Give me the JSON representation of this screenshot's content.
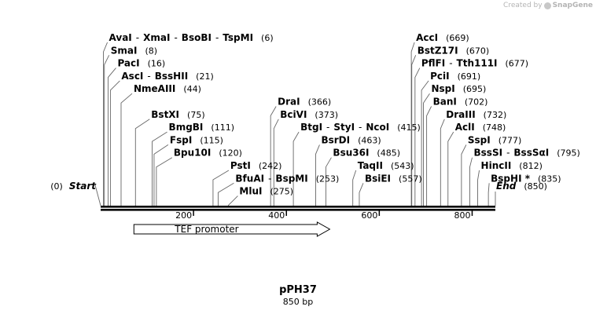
{
  "branding": {
    "created_by": "Created by",
    "product": "SnapGene"
  },
  "plasmid": {
    "name": "pPH37",
    "length_label": "850 bp",
    "length": 850
  },
  "start_label": {
    "pos": "(0)",
    "text": "Start"
  },
  "end_label": {
    "text": "End",
    "pos": "(850)"
  },
  "ruler_ticks": [
    "200",
    "400",
    "600",
    "800"
  ],
  "feature": {
    "name": "TEF promoter",
    "start": 75,
    "end": 490,
    "direction": "forward"
  },
  "sites": [
    {
      "names": [
        "AvaI",
        "XmaI",
        "BsoBI",
        "TspMI"
      ],
      "pos": "(6)",
      "loc": 6
    },
    {
      "names": [
        "SmaI"
      ],
      "pos": "(8)",
      "loc": 8
    },
    {
      "names": [
        "PacI"
      ],
      "pos": "(16)",
      "loc": 16
    },
    {
      "names": [
        "AscI",
        "BssHII"
      ],
      "pos": "(21)",
      "loc": 21
    },
    {
      "names": [
        "NmeAIII"
      ],
      "pos": "(44)",
      "loc": 44
    },
    {
      "names": [
        "BstXI"
      ],
      "pos": "(75)",
      "loc": 75
    },
    {
      "names": [
        "BmgBI"
      ],
      "pos": "(111)",
      "loc": 111
    },
    {
      "names": [
        "FspI"
      ],
      "pos": "(115)",
      "loc": 115
    },
    {
      "names": [
        "Bpu10I"
      ],
      "pos": "(120)",
      "loc": 120
    },
    {
      "names": [
        "PstI"
      ],
      "pos": "(242)",
      "loc": 242
    },
    {
      "names": [
        "BfuAI",
        "BspMI"
      ],
      "pos": "(253)",
      "loc": 253
    },
    {
      "names": [
        "MluI"
      ],
      "pos": "(275)",
      "loc": 275
    },
    {
      "names": [
        "DraI"
      ],
      "pos": "(366)",
      "loc": 366
    },
    {
      "names": [
        "BciVI"
      ],
      "pos": "(373)",
      "loc": 373
    },
    {
      "names": [
        "BtgI",
        "StyI",
        "NcoI"
      ],
      "pos": "(415)",
      "loc": 415
    },
    {
      "names": [
        "BsrDI"
      ],
      "pos": "(463)",
      "loc": 463
    },
    {
      "names": [
        "Bsu36I"
      ],
      "pos": "(485)",
      "loc": 485
    },
    {
      "names": [
        "TaqII"
      ],
      "pos": "(543)",
      "loc": 543
    },
    {
      "names": [
        "BsiEI"
      ],
      "pos": "(557)",
      "loc": 557
    },
    {
      "names": [
        "AccI"
      ],
      "pos": "(669)",
      "loc": 669
    },
    {
      "names": [
        "BstZ17I"
      ],
      "pos": "(670)",
      "loc": 670
    },
    {
      "names": [
        "PflFI",
        "Tth111I"
      ],
      "pos": "(677)",
      "loc": 677
    },
    {
      "names": [
        "PciI"
      ],
      "pos": "(691)",
      "loc": 691
    },
    {
      "names": [
        "NspI"
      ],
      "pos": "(695)",
      "loc": 695
    },
    {
      "names": [
        "BanI"
      ],
      "pos": "(702)",
      "loc": 702
    },
    {
      "names": [
        "DraIII"
      ],
      "pos": "(732)",
      "loc": 732
    },
    {
      "names": [
        "AclI"
      ],
      "pos": "(748)",
      "loc": 748
    },
    {
      "names": [
        "SspI"
      ],
      "pos": "(777)",
      "loc": 777
    },
    {
      "names": [
        "BssSI",
        "BssSαI"
      ],
      "pos": "(795)",
      "loc": 795
    },
    {
      "names": [
        "HincII"
      ],
      "pos": "(812)",
      "loc": 812
    },
    {
      "names": [
        "BspHI *"
      ],
      "pos": "(835)",
      "loc": 835
    }
  ]
}
